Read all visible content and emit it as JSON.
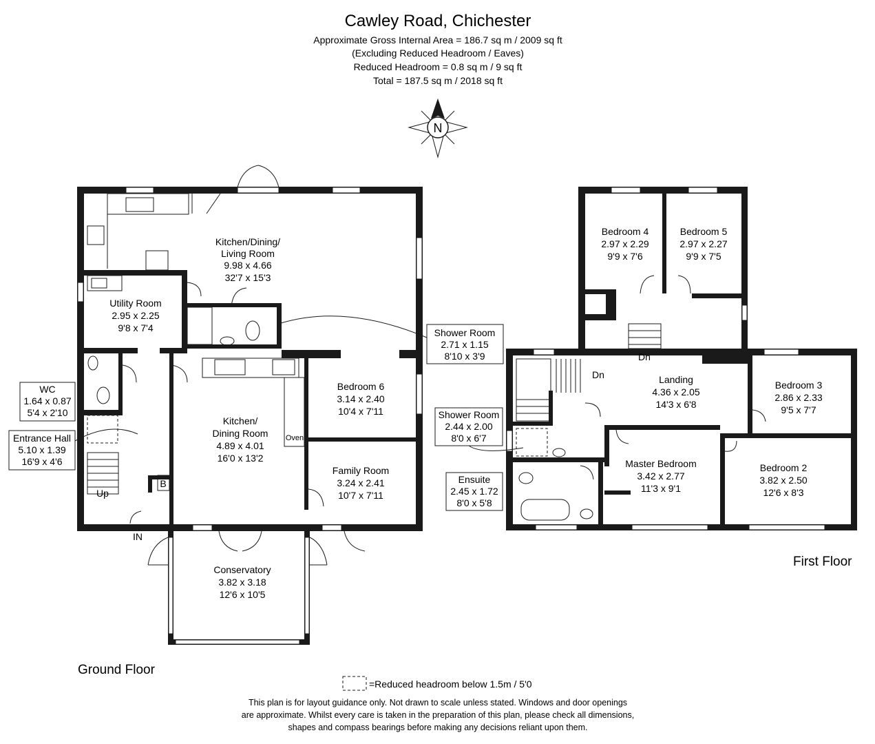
{
  "header": {
    "title": "Cawley Road, Chichester",
    "area_line1": "Approximate Gross Internal Area = 186.7 sq m / 2009 sq ft",
    "area_line2": "(Excluding Reduced Headroom / Eaves)",
    "area_line3": "Reduced Headroom = 0.8 sq m / 9 sq ft",
    "area_line4": "Total = 187.5 sq m / 2018 sq ft"
  },
  "compass": {
    "label": "N"
  },
  "ground_floor": {
    "label": "Ground Floor",
    "rooms": {
      "kitchen_living": {
        "name1": "Kitchen/Dining/",
        "name2": "Living Room",
        "metric": "9.98 x 4.66",
        "imperial": "32'7 x 15'3"
      },
      "utility": {
        "name": "Utility Room",
        "metric": "2.95 x 2.25",
        "imperial": "9'8 x 7'4"
      },
      "shower": {
        "name": "Shower Room",
        "metric": "2.71 x 1.15",
        "imperial": "8'10 x 3'9"
      },
      "wc": {
        "name": "WC",
        "metric": "1.64 x 0.87",
        "imperial": "5'4 x 2'10"
      },
      "entrance_hall": {
        "name": "Entrance Hall",
        "metric": "5.10 x 1.39",
        "imperial": "16'9 x 4'6"
      },
      "kitchen_dining": {
        "name1": "Kitchen/",
        "name2": "Dining Room",
        "metric": "4.89 x 4.01",
        "imperial": "16'0 x 13'2"
      },
      "bedroom6": {
        "name": "Bedroom 6",
        "metric": "3.14 x 2.40",
        "imperial": "10'4 x 7'11"
      },
      "family_room": {
        "name": "Family Room",
        "metric": "3.24 x 2.41",
        "imperial": "10'7 x 7'11"
      },
      "conservatory": {
        "name": "Conservatory",
        "metric": "3.82 x 3.18",
        "imperial": "12'6 x 10'5"
      }
    },
    "labels": {
      "oven": "Oven",
      "boiler": "B",
      "up": "Up",
      "in": "IN"
    }
  },
  "first_floor": {
    "label": "First Floor",
    "rooms": {
      "bedroom4": {
        "name": "Bedroom 4",
        "metric": "2.97 x 2.29",
        "imperial": "9'9 x 7'6"
      },
      "bedroom5": {
        "name": "Bedroom 5",
        "metric": "2.97 x 2.27",
        "imperial": "9'9 x 7'5"
      },
      "landing": {
        "name": "Landing",
        "metric": "4.36 x 2.05",
        "imperial": "14'3 x 6'8"
      },
      "bedroom3": {
        "name": "Bedroom 3",
        "metric": "2.86 x 2.33",
        "imperial": "9'5 x 7'7"
      },
      "shower": {
        "name": "Shower Room",
        "metric": "2.44 x 2.00",
        "imperial": "8'0 x 6'7"
      },
      "ensuite": {
        "name": "Ensuite",
        "metric": "2.45 x 1.72",
        "imperial": "8'0 x 5'8"
      },
      "master": {
        "name": "Master Bedroom",
        "metric": "3.42 x 2.77",
        "imperial": "11'3 x 9'1"
      },
      "bedroom2": {
        "name": "Bedroom 2",
        "metric": "3.82 x 2.50",
        "imperial": "12'6 x 8'3"
      }
    },
    "labels": {
      "dn1": "Dn",
      "dn2": "Dn"
    }
  },
  "legend": {
    "text": "=Reduced headroom below 1.5m / 5'0"
  },
  "disclaimer": {
    "line1": "This plan is for layout guidance only. Not drawn to scale unless stated. Windows and door openings",
    "line2": "are approximate. Whilst every care is taken in the preparation of this plan, please check all dimensions,",
    "line3": "shapes and compass bearings before making any decisions reliant upon them."
  }
}
